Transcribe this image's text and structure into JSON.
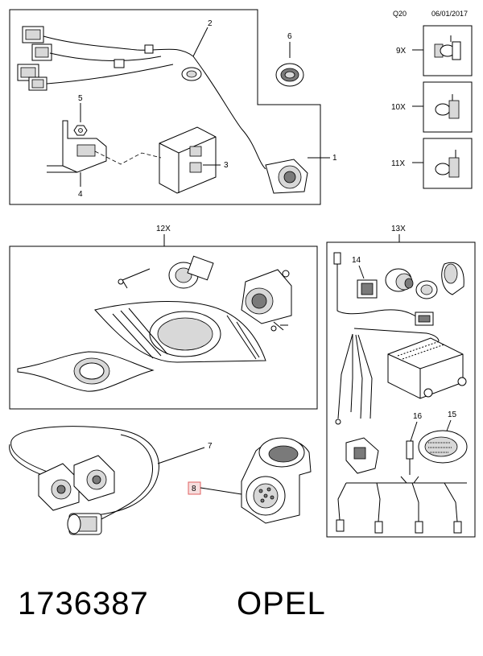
{
  "header": {
    "code": "Q20",
    "date": "06/01/2017"
  },
  "callouts": {
    "c1": "1",
    "c2": "2",
    "c3": "3",
    "c4": "4",
    "c5": "5",
    "c6": "6",
    "c7": "7",
    "c8": "8",
    "c9x": "9X",
    "c10x": "10X",
    "c11x": "11X",
    "c12x": "12X",
    "c13x": "13X",
    "c14": "14",
    "c15": "15",
    "c16": "16"
  },
  "footer": {
    "part_number": "1736387",
    "brand": "OPEL"
  },
  "colors": {
    "line": "#000000",
    "highlight_fill": "#f6dede",
    "highlight_stroke": "#e06060"
  }
}
